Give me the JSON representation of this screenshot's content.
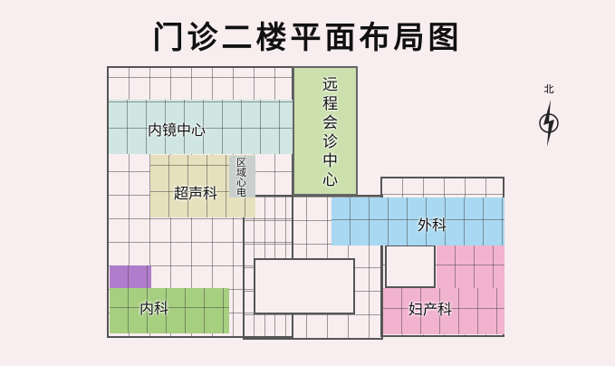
{
  "title": "门诊二楼平面布局图",
  "compass": {
    "label": "北",
    "icon": "north-arrow-icon"
  },
  "zones": {
    "endoscopy": {
      "label": "内镜中心",
      "color": "#cfe6e2"
    },
    "telemedicine": {
      "label": "远程会诊中心",
      "color": "#cbe0ad"
    },
    "ultrasound": {
      "label": "超声科",
      "color": "#e6e1bd"
    },
    "ecg": {
      "label": "区域心电",
      "color": "#c9cfcc"
    },
    "surgery": {
      "label": "外科",
      "color": "#a8d8f2"
    },
    "gynecology": {
      "label": "妇产科",
      "color": "#f2b3cf"
    },
    "internal": {
      "label": "内科",
      "color": "#a6cf80",
      "accent": "#b07ccc"
    }
  }
}
